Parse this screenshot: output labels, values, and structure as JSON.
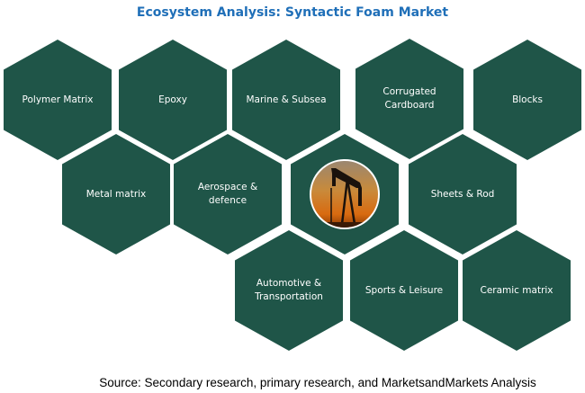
{
  "title": "Ecosystem Analysis: Syntactic Foam Market",
  "nodes": [
    {
      "label": "Polymer Matrix"
    },
    {
      "label": "Epoxy"
    },
    {
      "label": "Marine & Subsea"
    },
    {
      "label": "Corrugated Cardboard"
    },
    {
      "label": "Blocks"
    },
    {
      "label": "Metal matrix"
    },
    {
      "label": "Aerospace & defence"
    },
    {
      "label": "Sheets & Rod"
    },
    {
      "label": "Automotive & Transportation"
    },
    {
      "label": "Sports & Leisure"
    },
    {
      "label": "Ceramic matrix"
    }
  ],
  "center_icon": "oil-pump-jack-icon",
  "source": "Source: Secondary research, primary research, and MarketsandMarkets Analysis"
}
